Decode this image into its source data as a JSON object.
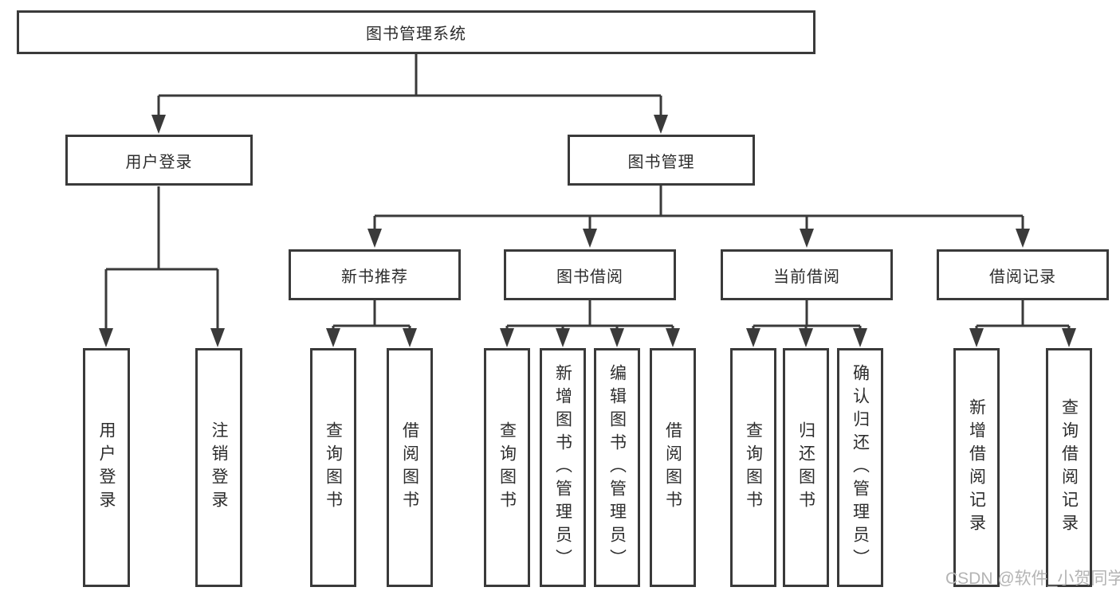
{
  "diagram": {
    "root": "图书管理系统",
    "branches": {
      "user_login": "用户登录",
      "book_mgmt": "图书管理"
    },
    "modules": {
      "new_book": "新书推荐",
      "book_borrow": "图书借阅",
      "current_borrow": "当前借阅",
      "borrow_record": "借阅记录"
    },
    "leaves": {
      "user_login": [
        "用户登录",
        "注销登录"
      ],
      "new_book": [
        "查询图书",
        "借阅图书"
      ],
      "book_borrow": [
        "查询图书",
        "新增图书（管理员）",
        "编辑图书（管理员）",
        "借阅图书"
      ],
      "current_borrow": [
        "查询图书",
        "归还图书",
        "确认归还（管理员）"
      ],
      "borrow_record": [
        "新增借阅记录",
        "查询借阅记录"
      ]
    }
  },
  "watermark": "CSDN @软件_小贺同学",
  "colors": {
    "line": "#3a3a3a",
    "text": "#2d2d2d",
    "watermark": "#b4b4b4",
    "background": "#ffffff"
  }
}
